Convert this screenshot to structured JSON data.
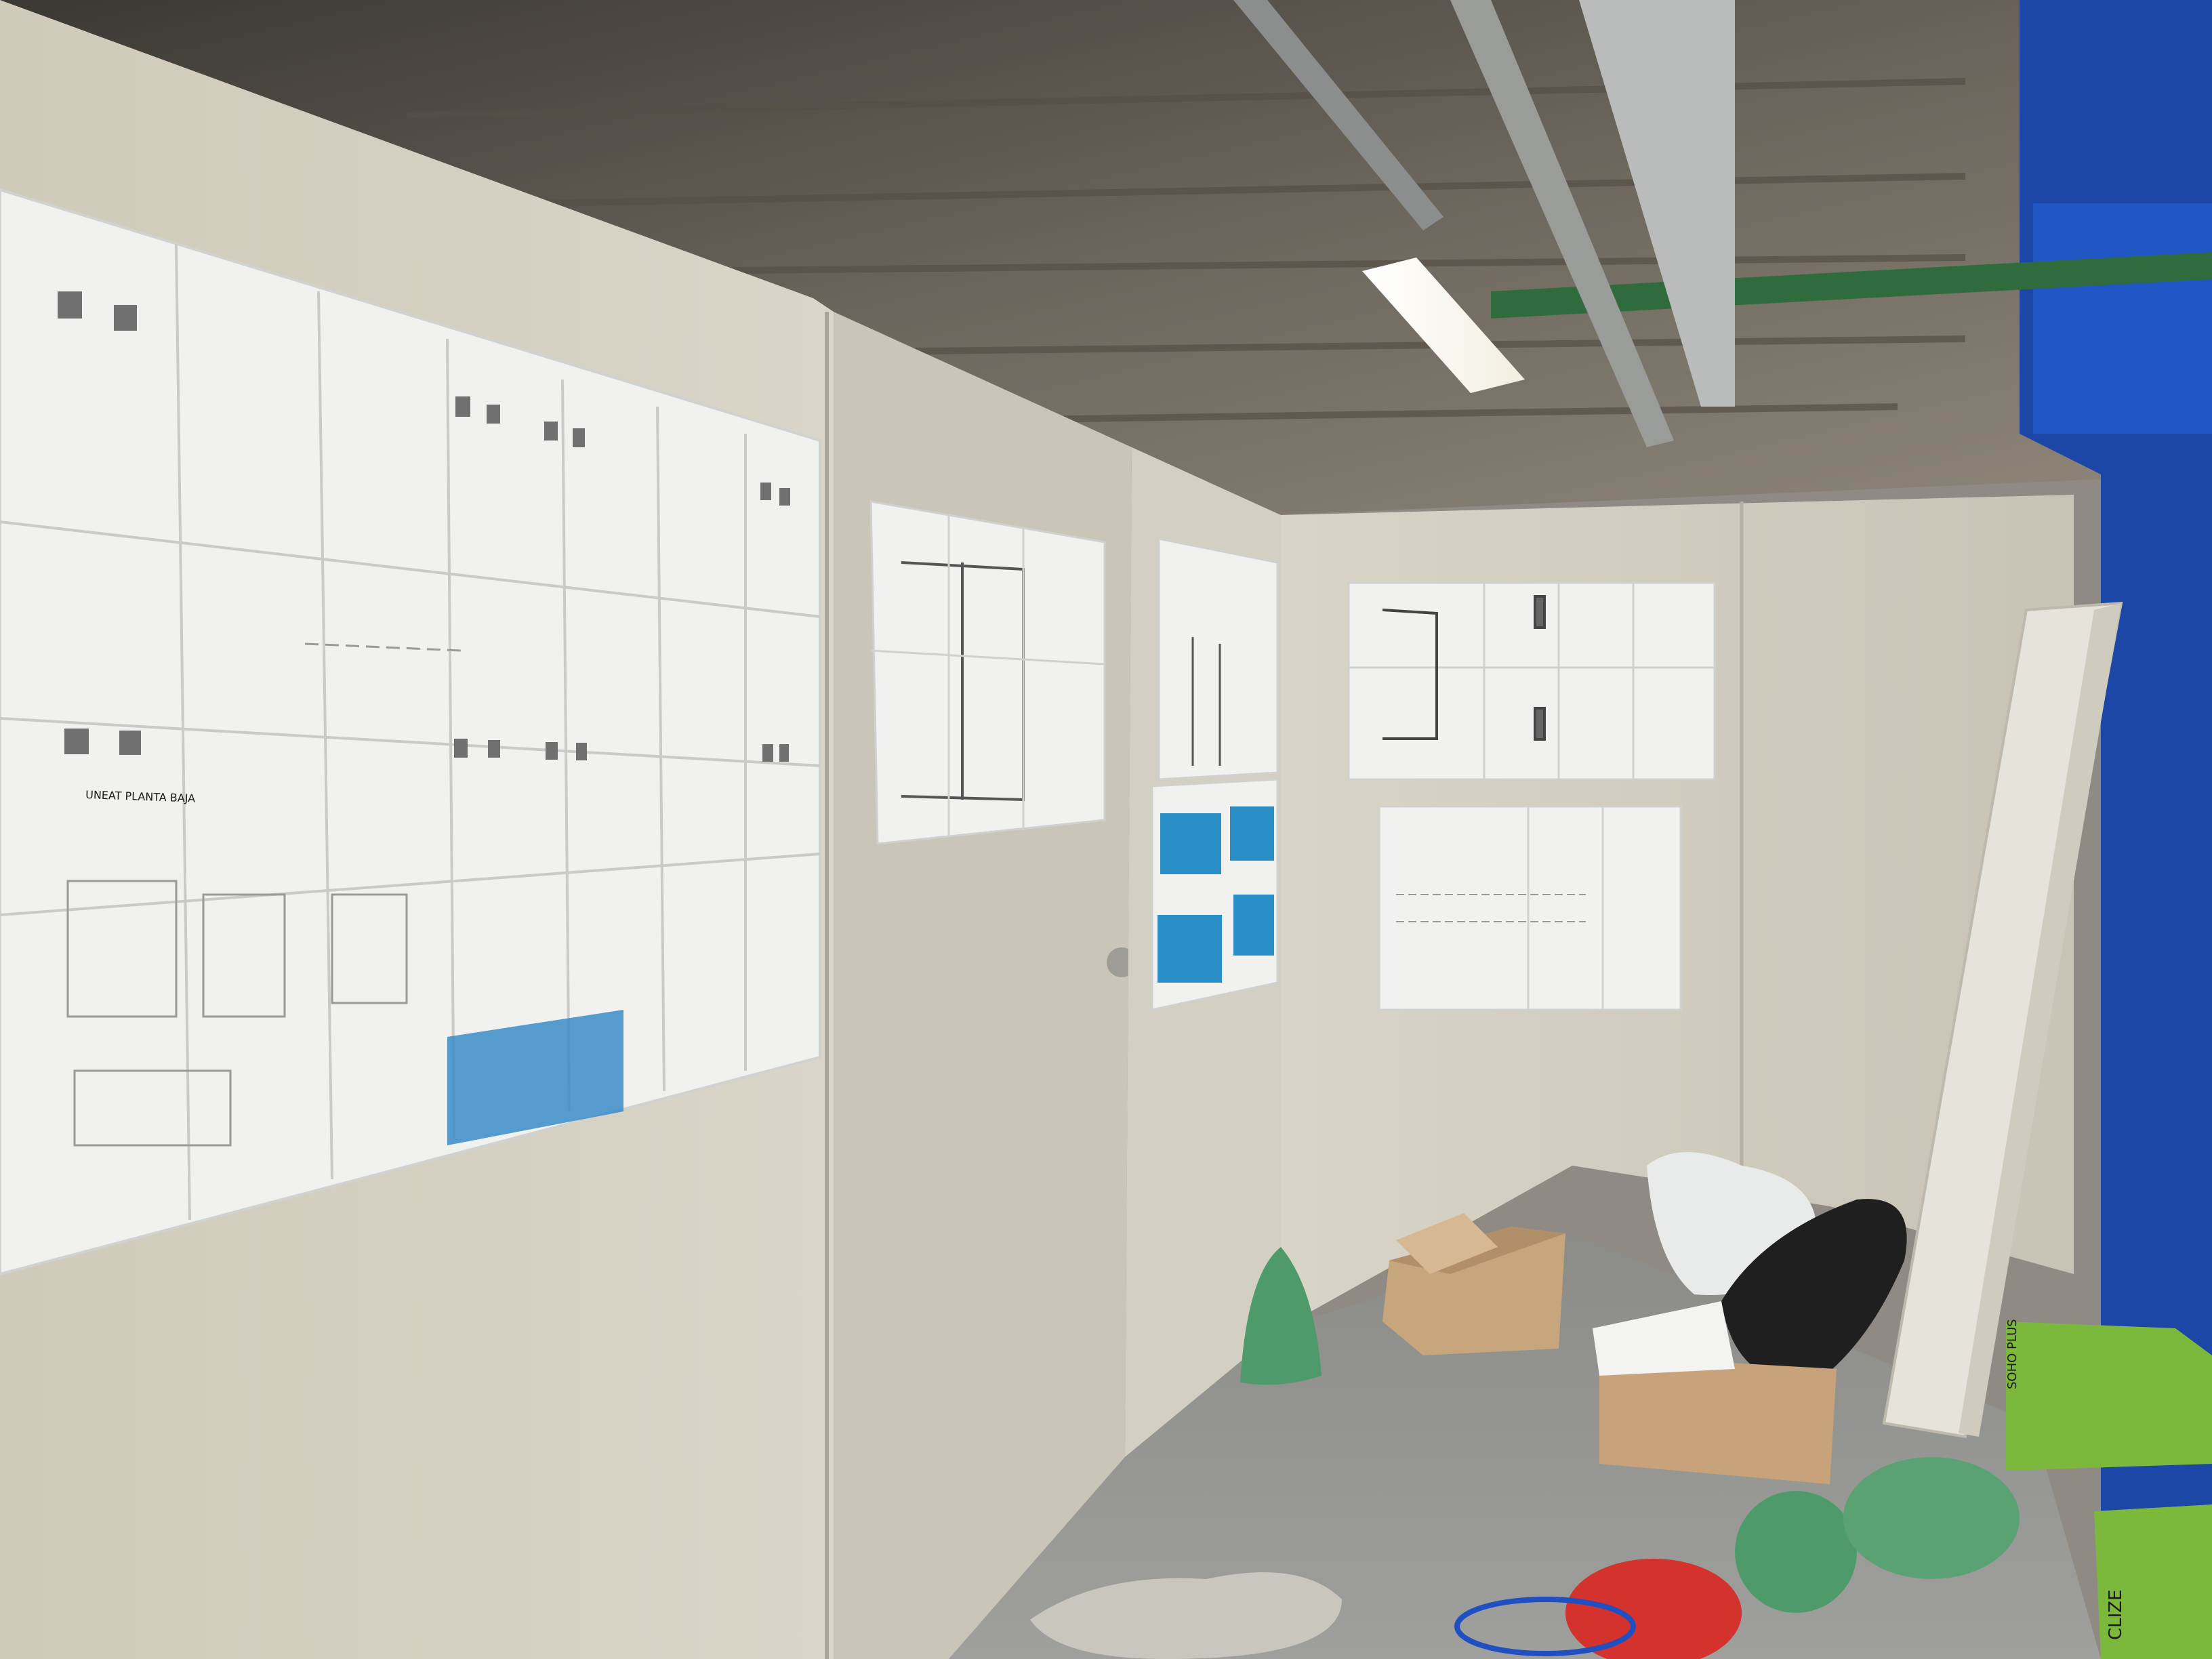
{
  "scene": {
    "description_labels": {
      "ceiling": "ceiling",
      "left_wall": "left-wall",
      "door": "door",
      "back_wall": "back-wall",
      "floor": "floor"
    },
    "colors": {
      "ceiling_dark": "#3d3a35",
      "ceiling_light": "#8a8377",
      "wall": "#d6d2c6",
      "wall_shadow": "#bdb8aa",
      "paper": "#f1f2f0",
      "blueprint_blue": "#2a8fc6",
      "floor": "#8e8f8c",
      "blue_column": "#1d4aa8",
      "pipe_green": "#2f6b3d",
      "box_cardboard": "#c9a77e",
      "bag_green": "#4f9a6b",
      "box_green": "#7bb83b"
    }
  },
  "texts": {
    "sheet_caption_left": "UNEAT PLANTA BAJA",
    "box_label_soho": "SOHO PLUS",
    "box_label_green": "CLIZE"
  }
}
